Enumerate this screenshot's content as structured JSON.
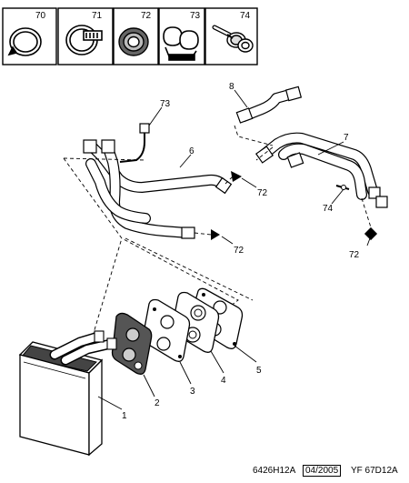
{
  "header_parts": [
    {
      "ref": "70",
      "icon": "hose-clamp-band-icon"
    },
    {
      "ref": "71",
      "icon": "worm-drive-clamp-icon"
    },
    {
      "ref": "72",
      "icon": "grommet-icon"
    },
    {
      "ref": "73",
      "icon": "pipe-bracket-icon"
    },
    {
      "ref": "74",
      "icon": "screw-washer-icon"
    }
  ],
  "callouts": {
    "heater_matrix": "1",
    "seal_a": "2",
    "seal_b": "3",
    "gasket": "4",
    "plate": "5",
    "heater_pipes": "6",
    "pipe_assembly": "7",
    "hose_elbow": "8",
    "bracket": "73",
    "clip_top": "72",
    "clip_mid": "72",
    "clip_right": "72",
    "screw": "74"
  },
  "footer": {
    "code": "6426H12A",
    "date": "04/2005",
    "model": "YF 67D12A"
  }
}
